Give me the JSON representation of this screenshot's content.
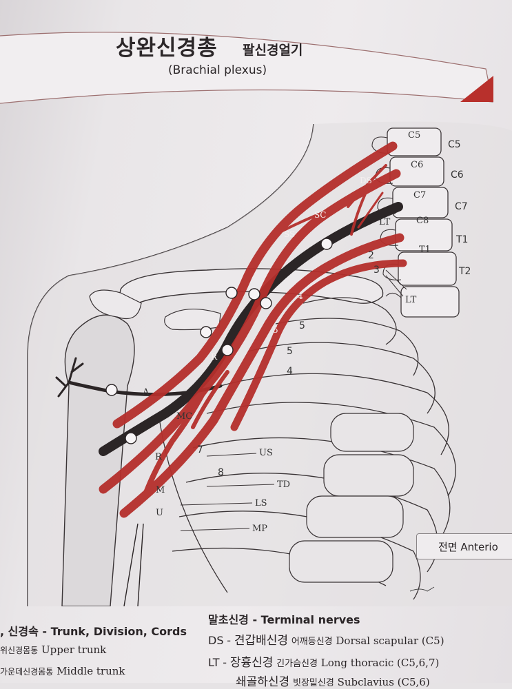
{
  "header": {
    "title_ko": "상완신경총",
    "title_ko_alt": "팔신경얼기",
    "title_en": "(Brachial plexus)"
  },
  "colors": {
    "nerve": "#b52f2c",
    "cord_black": "#2b2526",
    "bone_fill": "#ece9eb",
    "outline": "#3a3436"
  },
  "figure": {
    "vertebrae": [
      "C5",
      "C6",
      "C7",
      "C8",
      "T1",
      "T2",
      "LT"
    ],
    "vertebrae_right": [
      "C5",
      "C6",
      "C7",
      "T1",
      "T2"
    ],
    "nerve_labels": {
      "ds": "DS",
      "sc": "SC",
      "ss": "SS",
      "lt": "LT",
      "r": "R",
      "a": "A",
      "mc": "MC",
      "r2": "R",
      "m": "M",
      "u": "U",
      "us": "US",
      "td": "TD",
      "ls": "LS",
      "mp": "MP"
    },
    "rib_numbers": {
      "n2": "2",
      "n3": "3",
      "n4": "4",
      "n4b": "4",
      "n5": "5",
      "n5b": "5",
      "n5c": "5",
      "n7": "7",
      "n8": "8"
    },
    "view_label": "전면 Anterio"
  },
  "legend": {
    "left_heading": ", 신경속 - Trunk, Division, Cords",
    "left_items": [
      {
        "ko": "위신경몸통",
        "en": "Upper trunk"
      },
      {
        "ko": "가운데신경몸통",
        "en": "Middle trunk"
      }
    ],
    "right_heading": "말초신경 - Terminal nerves",
    "right_items": [
      {
        "abbr": "DS",
        "dash": "-",
        "ko": "견갑배신경",
        "ko2": "어깨등신경",
        "en": "Dorsal scapular (C5)"
      },
      {
        "abbr": "LT",
        "dash": "-",
        "ko": "장흉신경",
        "ko2": "긴가슴신경",
        "en": "Long thoracic (C5,6,7)"
      },
      {
        "abbr": "",
        "dash": "",
        "ko": "쇄골하신경",
        "ko2": "빗장밑신경",
        "en": "Subclavius (C5,6)"
      }
    ]
  }
}
